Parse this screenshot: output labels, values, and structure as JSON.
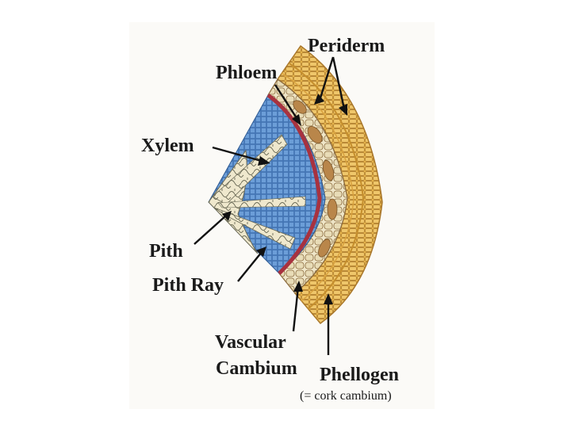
{
  "labels": {
    "periderm": "Periderm",
    "phloem": "Phloem",
    "xylem": "Xylem",
    "pith": "Pith",
    "pith_ray": "Pith Ray",
    "vascular_cambium_line1": "Vascular",
    "vascular_cambium_line2": "Cambium",
    "phellogen": "Phellogen",
    "phellogen_note": "(= cork cambium)"
  },
  "colors": {
    "xylem": "#4f86c9",
    "pith": "#e8e1c4",
    "vascular_cambium": "#a8323f",
    "phloem": "#b9864a",
    "periderm": "#e2b24a",
    "arrow": "#111111"
  }
}
